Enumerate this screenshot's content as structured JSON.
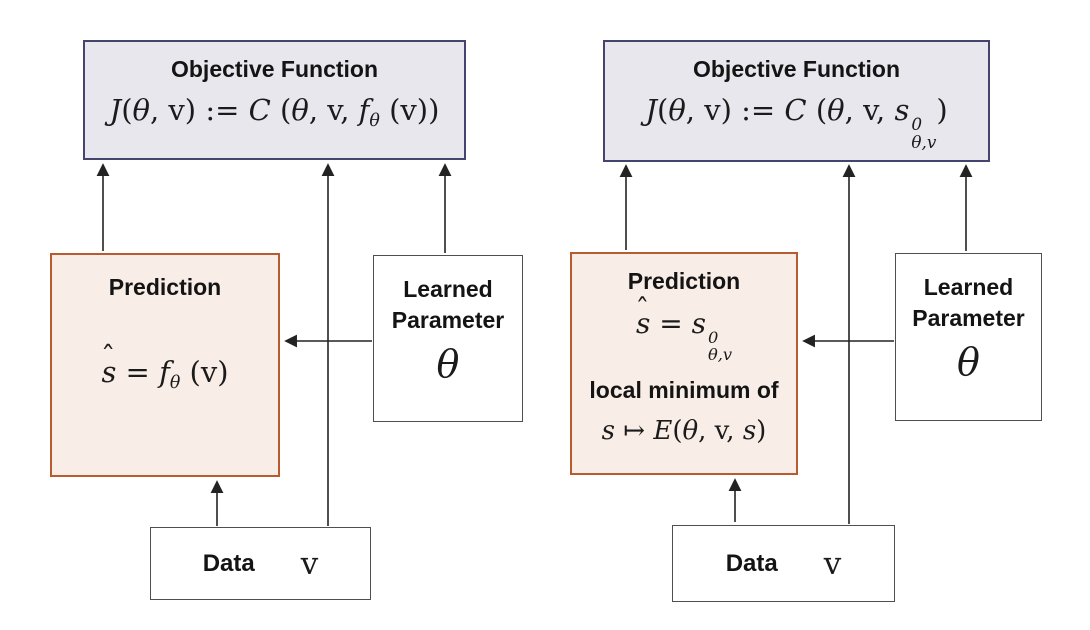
{
  "colors": {
    "objective_fill": "#e8e7ee",
    "objective_border": "#44446e",
    "prediction_fill": "#f8ede7",
    "prediction_border": "#b85b2e",
    "plain_fill": "#ffffff",
    "plain_border": "#4f4f4f",
    "arrow": "#232323",
    "text": "#141414",
    "math_text": "#1b1b1b"
  },
  "left": {
    "objective": {
      "title": "Objective Function",
      "formula": [
        {
          "v": "J",
          "s": "it"
        },
        {
          "v": "(",
          "s": "up"
        },
        {
          "v": "θ",
          "s": "it"
        },
        {
          "v": ", v) := ",
          "s": "up"
        },
        {
          "v": "C",
          "s": "it"
        },
        {
          "v": " (",
          "s": "up"
        },
        {
          "v": "θ",
          "s": "it"
        },
        {
          "v": ", v, ",
          "s": "up"
        },
        {
          "v": "f",
          "s": "it"
        },
        {
          "v": "θ",
          "s": "sub"
        },
        {
          "v": " (v))",
          "s": "up"
        }
      ]
    },
    "prediction": {
      "title": "Prediction",
      "formula": [
        {
          "v": "s",
          "s": "hat"
        },
        {
          "v": " = ",
          "s": "up"
        },
        {
          "v": "f",
          "s": "it"
        },
        {
          "v": "θ",
          "s": "sub"
        },
        {
          "v": " (v)",
          "s": "up"
        }
      ]
    },
    "learned": {
      "line1": "Learned",
      "line2": "Parameter",
      "symbol": [
        {
          "v": "θ",
          "s": "it"
        }
      ]
    },
    "data": {
      "label": "Data",
      "symbol": [
        {
          "v": "v",
          "s": "up"
        }
      ]
    }
  },
  "right": {
    "objective": {
      "title": "Objective Function",
      "formula": [
        {
          "v": "J",
          "s": "it"
        },
        {
          "v": "(",
          "s": "up"
        },
        {
          "v": "θ",
          "s": "it"
        },
        {
          "v": ", v) := ",
          "s": "up"
        },
        {
          "v": "C",
          "s": "it"
        },
        {
          "v": " (",
          "s": "up"
        },
        {
          "v": "θ",
          "s": "it"
        },
        {
          "v": ", v, ",
          "s": "up"
        },
        {
          "v": "s",
          "s": "it"
        },
        {
          "sup": "0",
          "sub": "θ,v"
        },
        {
          "v": ")",
          "s": "up"
        }
      ]
    },
    "prediction": {
      "title": "Prediction",
      "formula1": [
        {
          "v": "s",
          "s": "hat"
        },
        {
          "v": " = ",
          "s": "up"
        },
        {
          "v": "s",
          "s": "it"
        },
        {
          "sup": "0",
          "sub": "θ,v"
        }
      ],
      "note": "local minimum of",
      "formula2": [
        {
          "v": "s",
          "s": "it"
        },
        {
          "v": " ↦ ",
          "s": "up"
        },
        {
          "v": "E",
          "s": "it"
        },
        {
          "v": "(",
          "s": "up"
        },
        {
          "v": "θ",
          "s": "it"
        },
        {
          "v": ", v, ",
          "s": "up"
        },
        {
          "v": "s",
          "s": "it"
        },
        {
          "v": ")",
          "s": "up"
        }
      ]
    },
    "learned": {
      "line1": "Learned",
      "line2": "Parameter",
      "symbol": [
        {
          "v": "θ",
          "s": "it"
        }
      ]
    },
    "data": {
      "label": "Data",
      "symbol": [
        {
          "v": "v",
          "s": "up"
        }
      ]
    }
  }
}
